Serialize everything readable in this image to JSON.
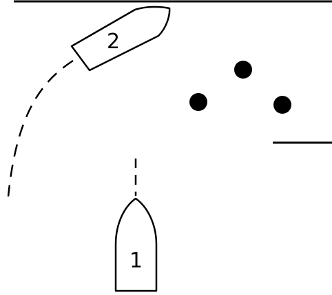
{
  "boats": [
    {
      "id": "boat-1",
      "label": "1"
    },
    {
      "id": "boat-2",
      "label": "2"
    }
  ],
  "marks": {
    "count": 3,
    "color": "#000000"
  },
  "colors": {
    "line": "#000000",
    "background": "#ffffff"
  }
}
